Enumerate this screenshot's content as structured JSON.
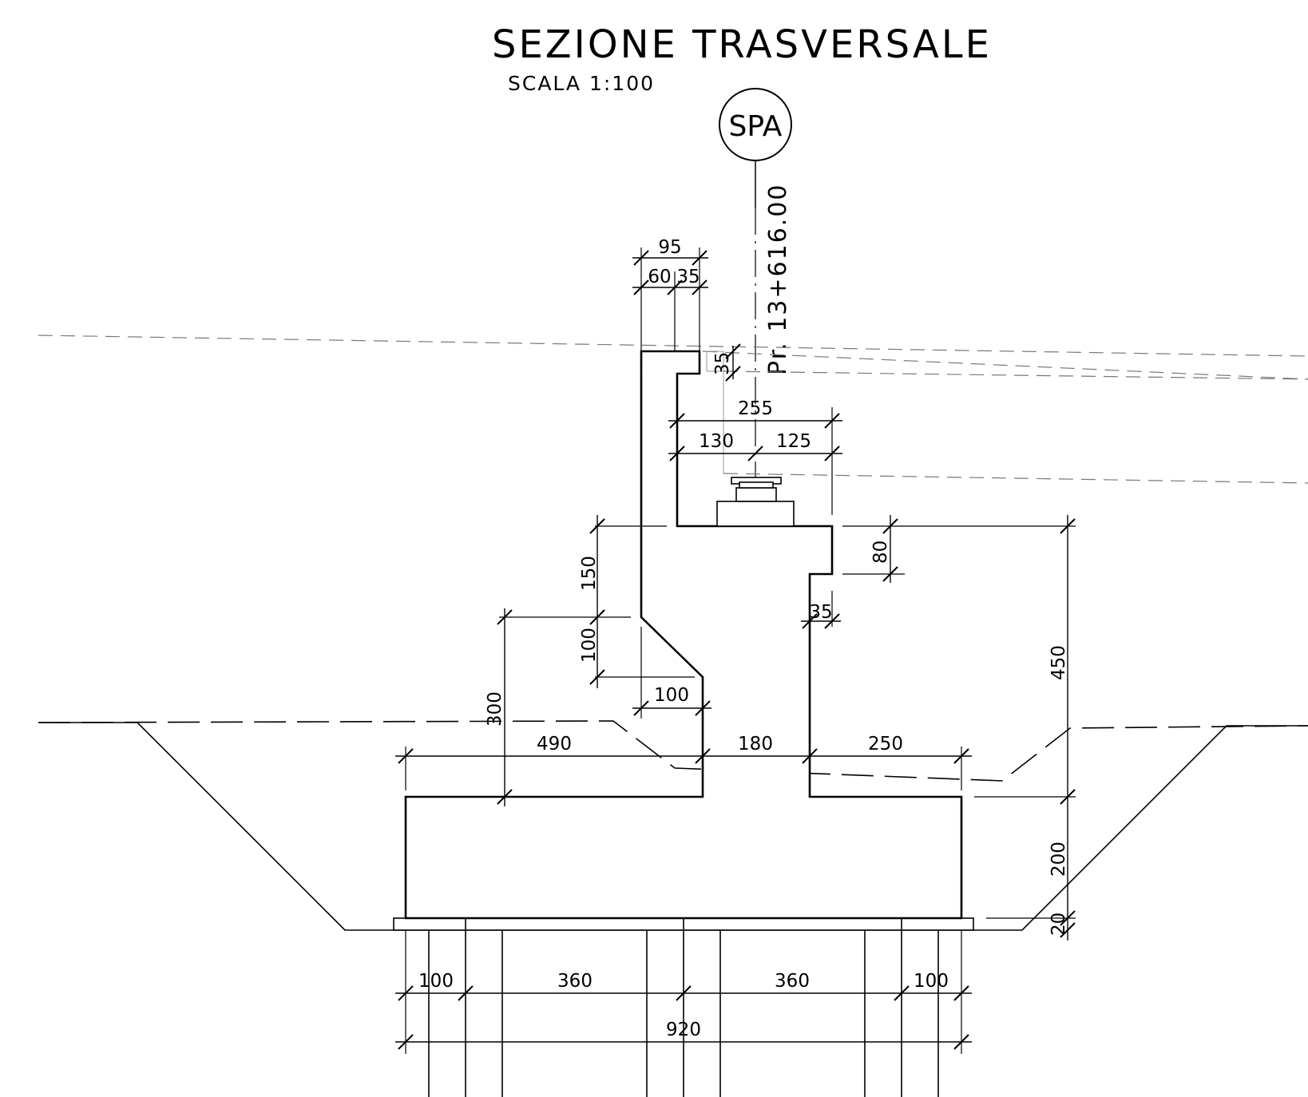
{
  "title": "SEZIONE TRASVERSALE",
  "scale": "SCALA 1:100",
  "axis_tag": "SPA",
  "station": "Pr. 13+616.00",
  "dimensions": {
    "top_width": "95",
    "top_left": "60",
    "top_right": "35",
    "notch_height": "35",
    "bearing_total": "255",
    "bearing_left": "130",
    "bearing_right": "125",
    "step_height": "80",
    "step_width": "35",
    "wall_upper": "150",
    "wall_chamfer": "100",
    "chamfer_width": "100",
    "wall_height_left": "300",
    "total_height_right": "450",
    "toe": "490",
    "stem": "180",
    "heel": "250",
    "footing": "200",
    "lean_concrete": "20",
    "pile_edge_left": "100",
    "pile_spacing_1": "360",
    "pile_spacing_2": "360",
    "pile_edge_right": "100",
    "footing_width": "920"
  },
  "colors": {
    "line": "#000000",
    "hidden": "#555555",
    "light": "#999999"
  }
}
